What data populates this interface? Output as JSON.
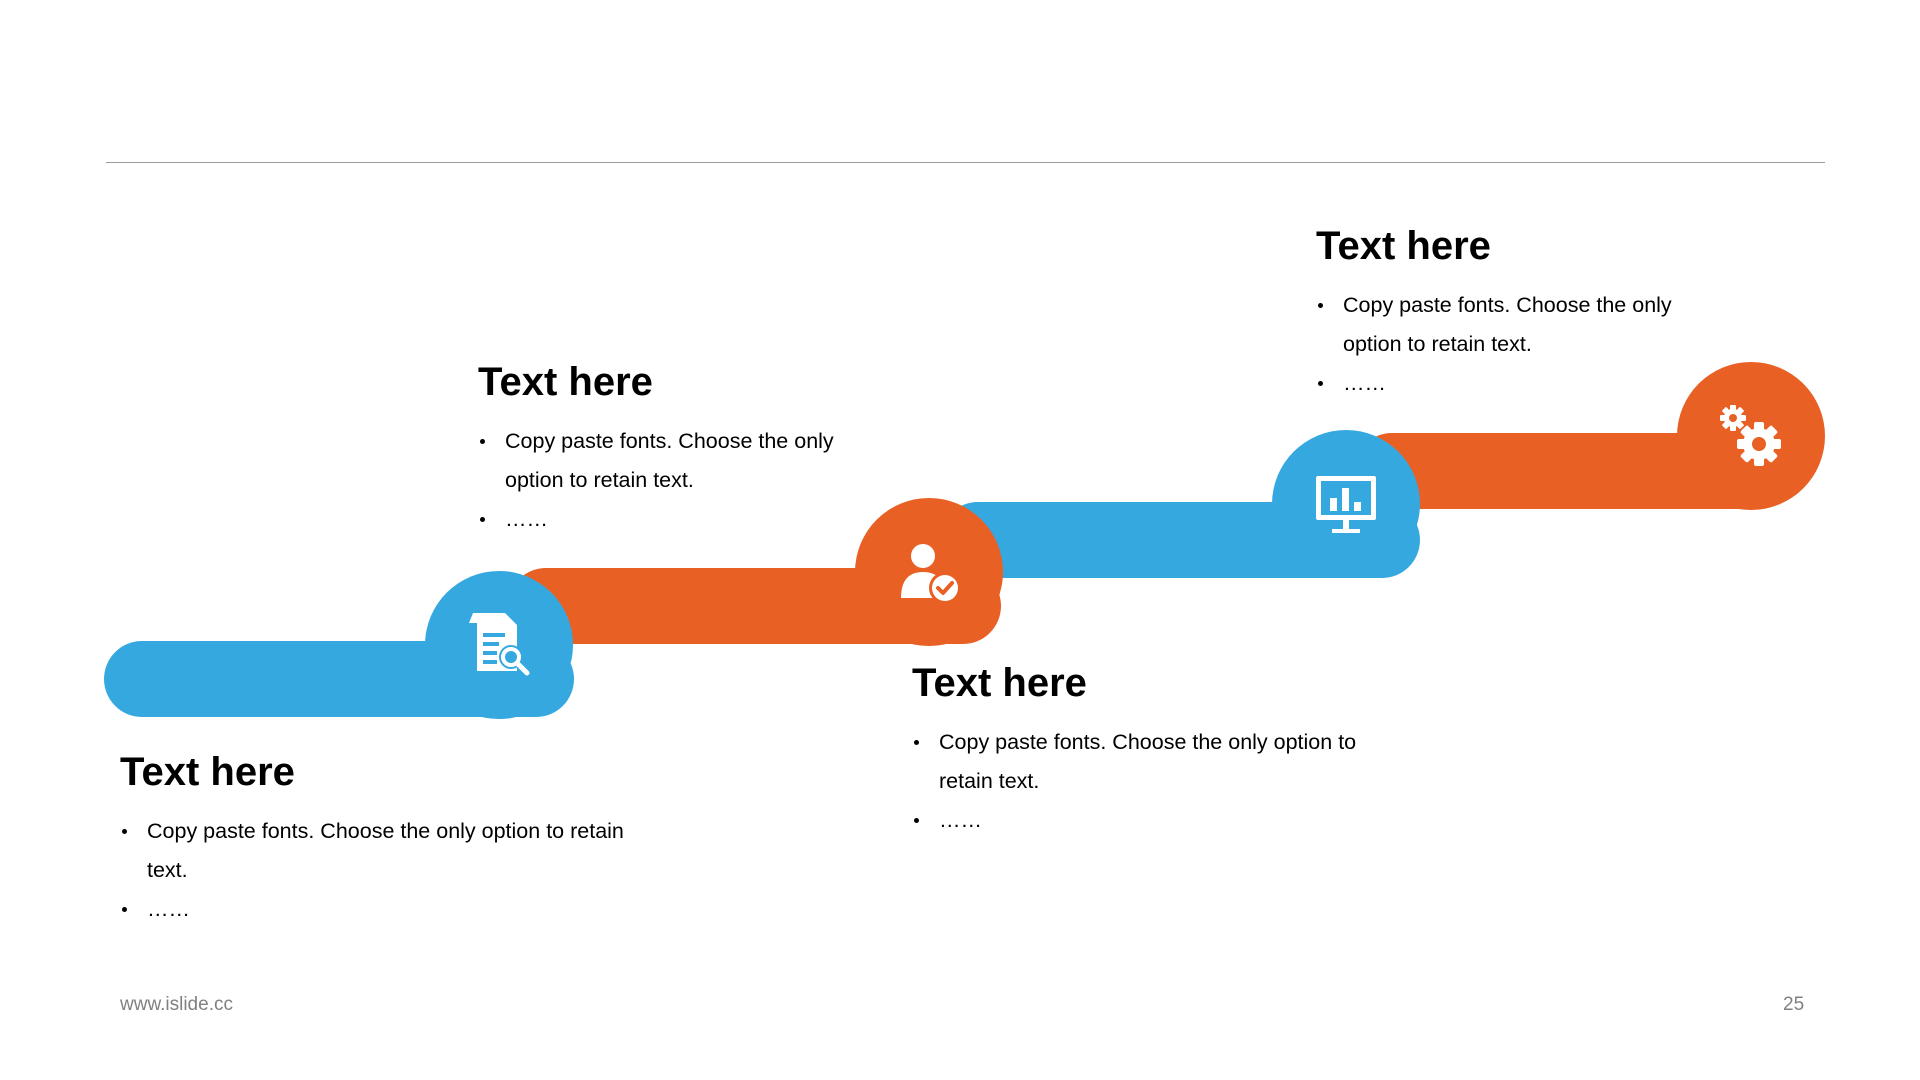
{
  "colors": {
    "blue": "#35A8E0",
    "orange": "#E86024",
    "rule": "#9B9B9B",
    "footer": "#808080"
  },
  "steps": [
    {
      "title": "Text here",
      "bullets": [
        "Copy paste fonts. Choose the only option to retain text.",
        "……"
      ],
      "icon": "document-search-icon"
    },
    {
      "title": "Text here",
      "bullets": [
        "Copy paste fonts. Choose the only option to retain text.",
        "……"
      ],
      "icon": "user-check-icon"
    },
    {
      "title": "Text here",
      "bullets": [
        "Copy paste fonts. Choose the only option to retain text.",
        "……"
      ],
      "icon": "presentation-chart-icon"
    },
    {
      "title": "Text here",
      "bullets": [
        "Copy paste fonts. Choose the only option to retain text.",
        "……"
      ],
      "icon": "gears-icon"
    }
  ],
  "footer": {
    "url": "www.islide.cc",
    "page": "25"
  }
}
